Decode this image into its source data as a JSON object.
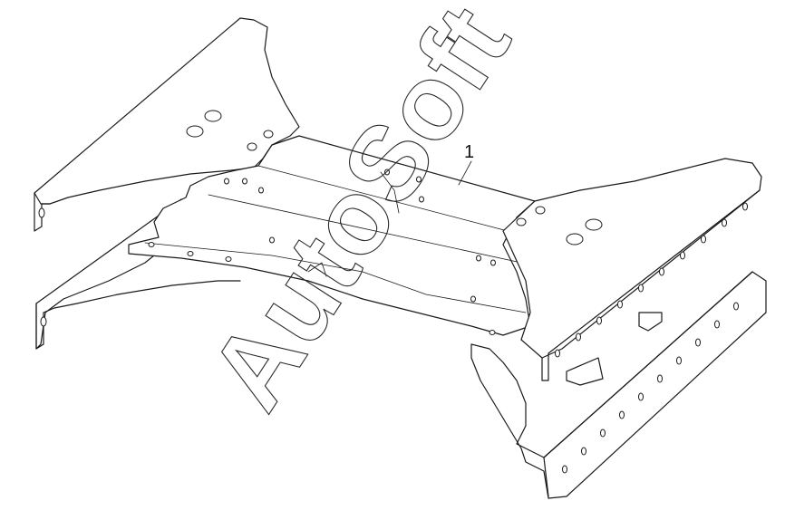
{
  "diagram": {
    "callouts": [
      {
        "id": "part-1",
        "label": "1"
      }
    ],
    "watermark": "AutoSoft"
  }
}
